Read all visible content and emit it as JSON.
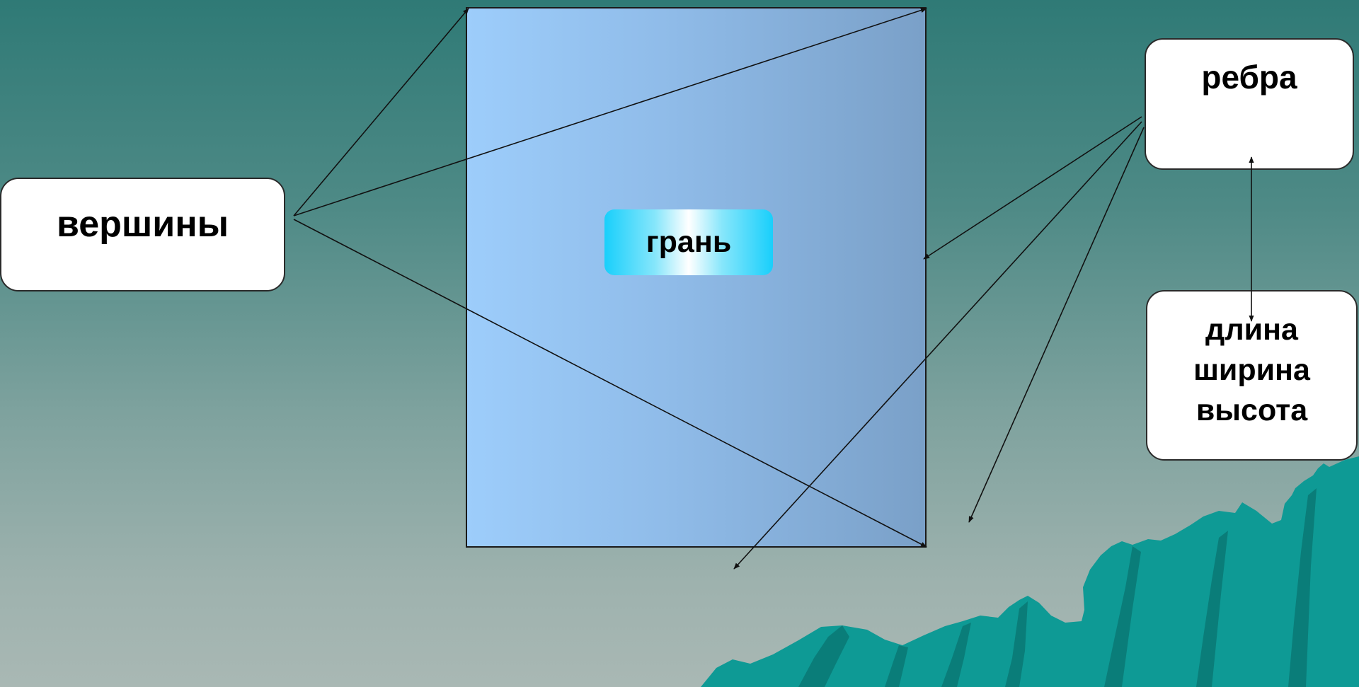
{
  "labels": {
    "vertices": "вершины",
    "edges": "ребра",
    "face": "грань",
    "dimensions": [
      "длина",
      "ширина",
      "высота"
    ]
  },
  "colors": {
    "background_top": "#2f7a76",
    "background_bottom": "#a9b8b4",
    "face_fill_left": "#9dcdfb",
    "face_fill_right": "#7aa0c8",
    "mountain": "#0e9a95",
    "mountain_shadow": "#0a7d79",
    "face_label_fill": "#19cffb"
  }
}
